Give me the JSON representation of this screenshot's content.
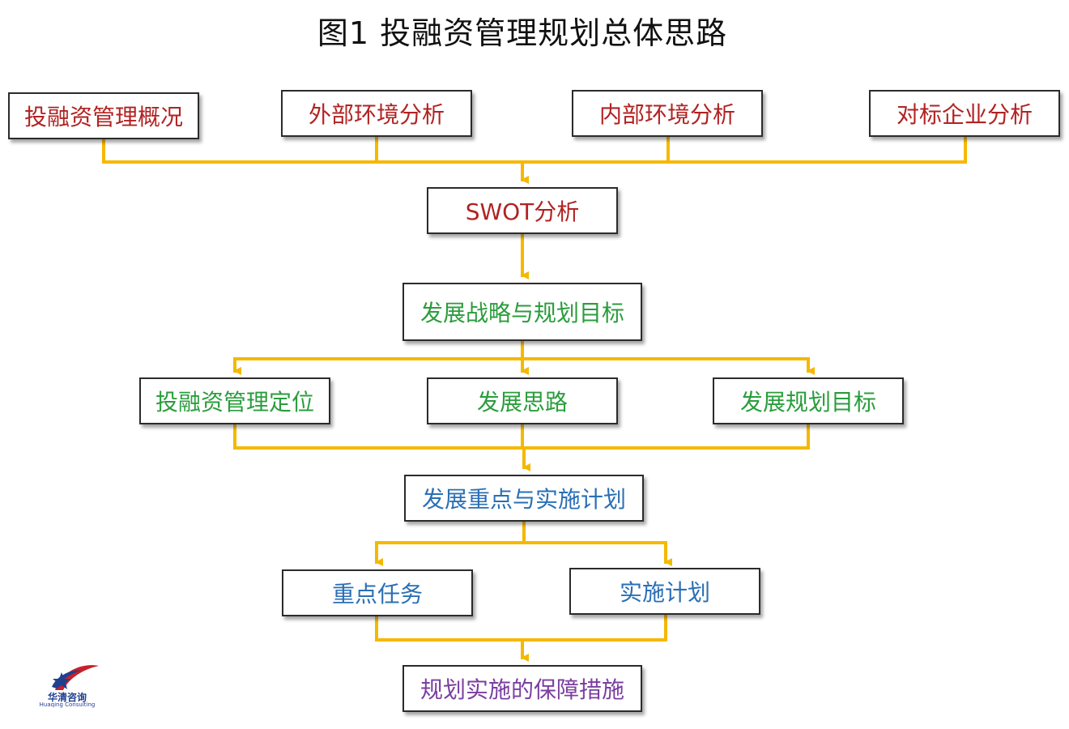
{
  "title": "图1  投融资管理规划总体思路",
  "colors": {
    "red": "#b22222",
    "green": "#2a9d3c",
    "blue": "#2a6fb5",
    "purple": "#7b3fa0",
    "connector": "#f5b800",
    "border": "#2b2b2b"
  },
  "nodes": {
    "overview": "投融资管理概况",
    "external": "外部环境分析",
    "internal": "内部环境分析",
    "benchmark": "对标企业分析",
    "swot": "SWOT分析",
    "strategy": "发展战略与规划目标",
    "positioning": "投融资管理定位",
    "approach": "发展思路",
    "goals": "发展规划目标",
    "priorities": "发展重点与实施计划",
    "tasks": "重点任务",
    "plan": "实施计划",
    "safeguards": "规划实施的保障措施"
  },
  "logo": {
    "name": "华清咨询",
    "subtitle": "Huaqing Consulting"
  }
}
